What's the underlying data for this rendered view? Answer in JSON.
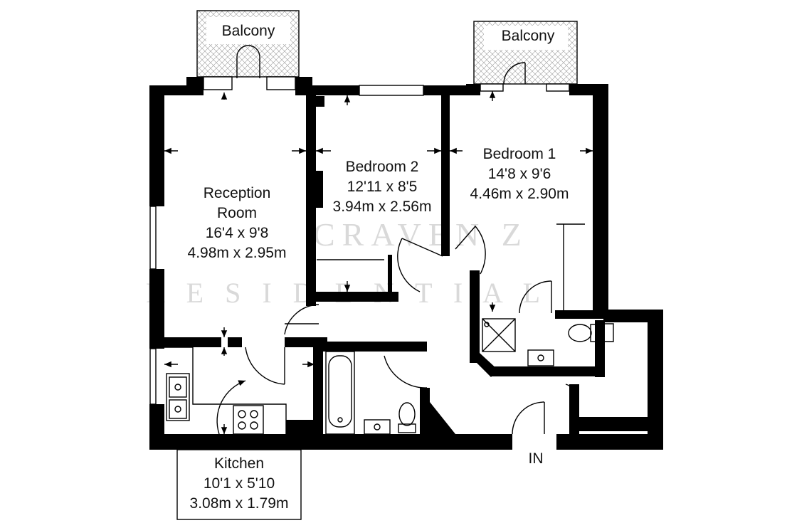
{
  "colors": {
    "walls": "#000000",
    "lines": "#000000",
    "background": "#ffffff",
    "watermark": "#d9d9d9"
  },
  "balconies": [
    {
      "label": "Balcony"
    },
    {
      "label": "Balcony"
    }
  ],
  "rooms": {
    "reception": {
      "name_line1": "Reception",
      "name_line2": "Room",
      "size_imperial": "16'4 x 9'8",
      "size_metric": "4.98m x 2.95m"
    },
    "bedroom2": {
      "name": "Bedroom 2",
      "size_imperial": "12'11 x 8'5",
      "size_metric": "3.94m x 2.56m"
    },
    "bedroom1": {
      "name": "Bedroom 1",
      "size_imperial": "14'8 x 9'6",
      "size_metric": "4.46m x 2.90m"
    },
    "kitchen": {
      "name": "Kitchen",
      "size_imperial": "10'1 x 5'10",
      "size_metric": "3.08m x 1.79m"
    }
  },
  "entrance": {
    "label": "IN"
  },
  "icons": [
    "door-swing-icon",
    "bath-icon",
    "toilet-icon",
    "sink-icon",
    "hob-icon",
    "shower-icon",
    "dimension-arrow-icon"
  ]
}
